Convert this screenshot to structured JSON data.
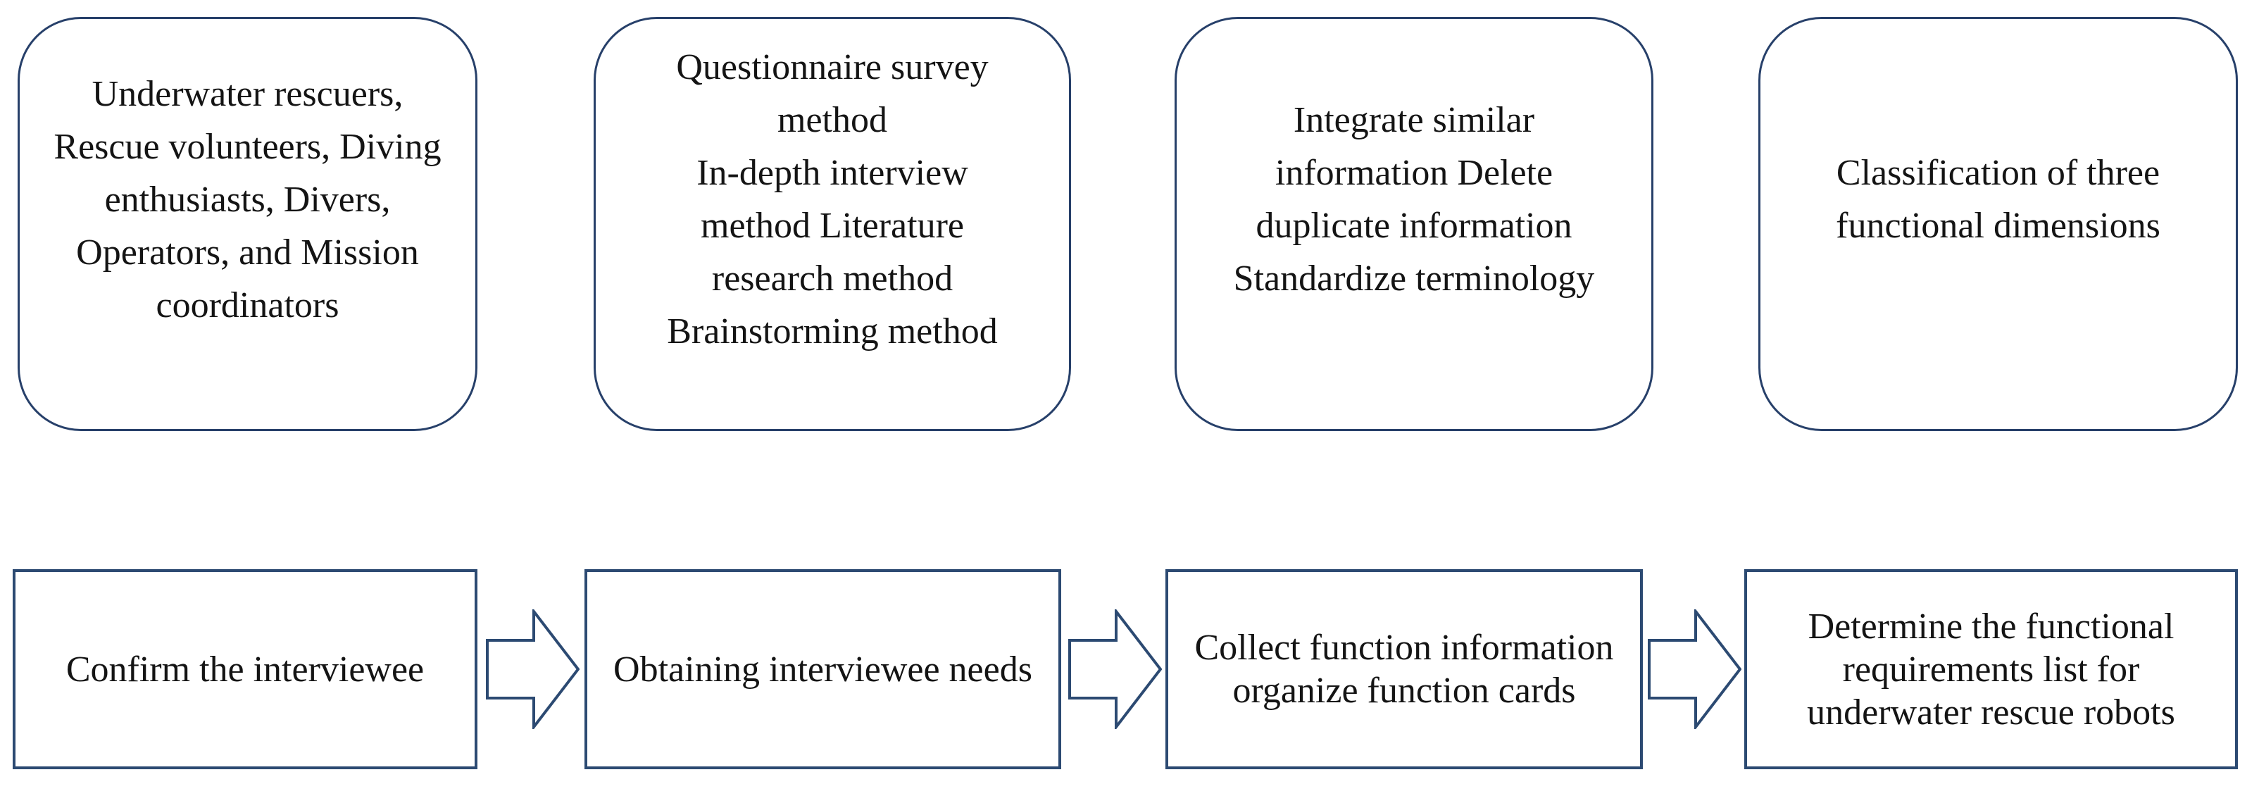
{
  "diagram": {
    "background": "#ffffff",
    "border_color": "#27406a",
    "arrow_fill": "#ffffff",
    "text_color": "#141414",
    "top_row": [
      {
        "id": "interviewee-groups",
        "text": "Underwater rescuers,\nRescue volunteers, Diving\nenthusiasts, Divers,\nOperators, and Mission\ncoordinators"
      },
      {
        "id": "research-methods",
        "text": "Questionnaire survey\nmethod\nIn-depth interview\nmethod Literature\nresearch method\nBrainstorming method"
      },
      {
        "id": "information-processing",
        "text": "Integrate similar\ninformation Delete\nduplicate information\nStandardize terminology"
      },
      {
        "id": "dimension-classification",
        "text": "Classification of three\nfunctional dimensions"
      }
    ],
    "process_steps": [
      {
        "id": "step-1",
        "text": "Confirm the interviewee"
      },
      {
        "id": "step-2",
        "text": "Obtaining interviewee needs"
      },
      {
        "id": "step-3",
        "text": "Collect function information\norganize function cards"
      },
      {
        "id": "step-4",
        "text": "Determine the functional\nrequirements list for\nunderwater rescue robots"
      }
    ],
    "arrows": [
      {
        "id": "arrow-1",
        "from": "step-1",
        "to": "step-2",
        "direction": "right"
      },
      {
        "id": "arrow-2",
        "from": "step-2",
        "to": "step-3",
        "direction": "right"
      },
      {
        "id": "arrow-3",
        "from": "step-3",
        "to": "step-4",
        "direction": "right"
      }
    ]
  }
}
